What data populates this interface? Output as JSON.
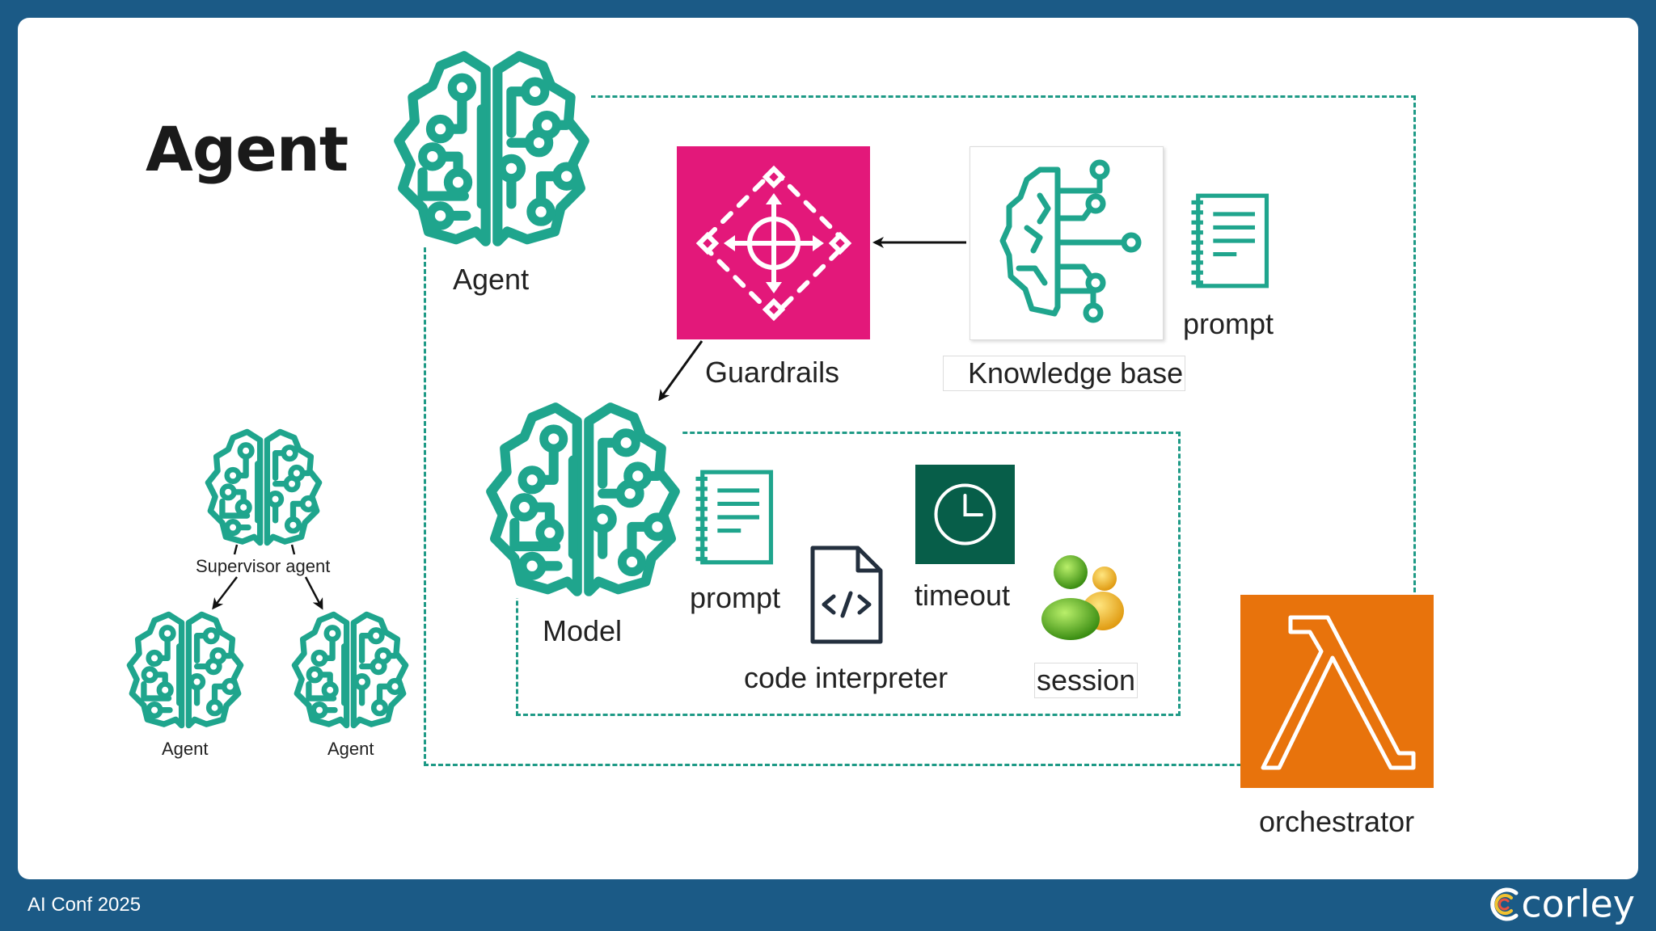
{
  "slide": {
    "title": "Agent",
    "footer_text": "AI Conf 2025",
    "brand": "corley"
  },
  "diagram": {
    "agent_label": "Agent",
    "guardrails_label": "Guardrails",
    "knowledge_base_label": "Knowledge base",
    "prompt_label_top": "prompt",
    "model_label": "Model",
    "prompt_label_model": "prompt",
    "code_interpreter_label": "code interpreter",
    "timeout_label": "timeout",
    "session_label": "session",
    "orchestrator_label": "orchestrator",
    "supervisor_label": "Supervisor agent",
    "sub_agent_1_label": "Agent",
    "sub_agent_2_label": "Agent"
  },
  "colors": {
    "teal": "#1fa58d",
    "guardrails_pink": "#e3187a",
    "lambda_orange": "#e8730c",
    "timeout_green": "#075e49",
    "background_blue": "#1b5a86"
  },
  "icons": {
    "agent": "brain-circuit-icon",
    "guardrails": "guardrails-icon",
    "knowledge_base": "knowledge-base-icon",
    "prompt": "notepad-icon",
    "code_interpreter": "code-file-icon",
    "timeout": "clock-icon",
    "session": "users-icon",
    "orchestrator": "lambda-icon"
  }
}
